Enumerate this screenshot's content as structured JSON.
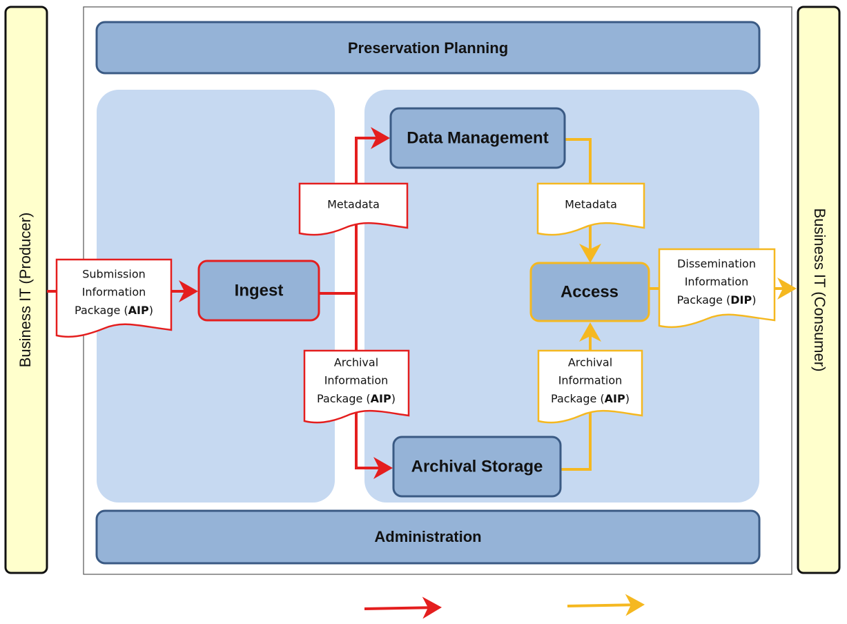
{
  "actors": {
    "producer": "Business IT (Producer)",
    "consumer": "Business IT (Consumer)"
  },
  "functions": {
    "preservation_planning": "Preservation Planning",
    "administration": "Administration",
    "ingest": "Ingest",
    "data_management": "Data Management",
    "access": "Access",
    "archival_storage": "Archival Storage"
  },
  "documents": {
    "sip": {
      "lines": [
        "Submission",
        "Information"
      ],
      "prefix": "Package (",
      "bold": "AIP",
      "suffix": ")"
    },
    "metadata_in": {
      "lines": [
        "Metadata"
      ]
    },
    "aip_in": {
      "lines": [
        "Archival",
        "Information"
      ],
      "prefix": "Package (",
      "bold": "AIP",
      "suffix": ")"
    },
    "metadata_out": {
      "lines": [
        "Metadata"
      ]
    },
    "aip_out": {
      "lines": [
        "Archival",
        "Information"
      ],
      "prefix": "Package (",
      "bold": "AIP",
      "suffix": ")"
    },
    "dip": {
      "lines": [
        "Dissemination",
        "Information"
      ],
      "prefix": "Package (",
      "bold": "DIP",
      "suffix": ")"
    }
  },
  "colors": {
    "ingest_flow": "#e41e1e",
    "access_flow": "#f5b820",
    "function_box": "#95b3d7",
    "function_border": "#3a5a84",
    "zone_fill": "#c6d9f1",
    "actor_fill": "#ffffcc"
  }
}
